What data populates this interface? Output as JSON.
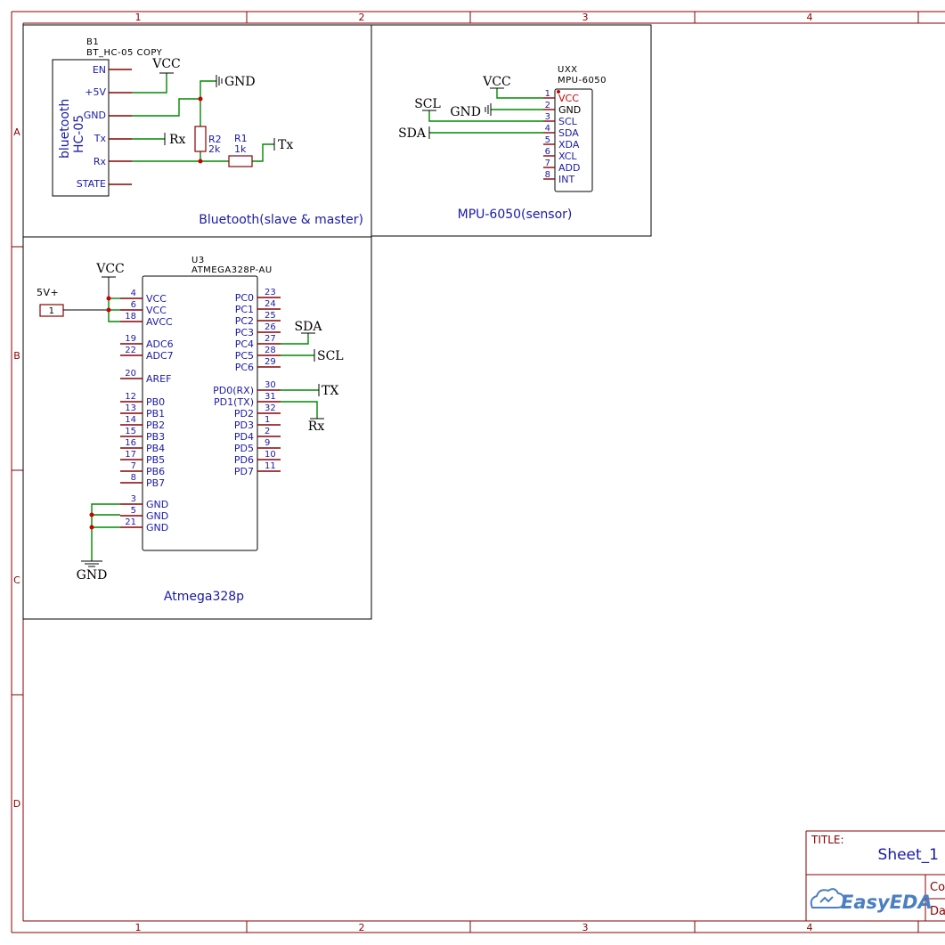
{
  "ruler": {
    "cols": [
      "1",
      "2",
      "3",
      "4"
    ],
    "rows": [
      "A",
      "B",
      "C",
      "D"
    ]
  },
  "bluetooth": {
    "ref": "B1",
    "part": "BT_HC-05 COPY",
    "name": "bluetooth",
    "model": "HC-05",
    "pins": [
      "EN",
      "+5V",
      "GND",
      "Tx",
      "Rx",
      "STATE"
    ],
    "nets": {
      "vcc": "VCC",
      "gnd": "GND",
      "rx": "Rx",
      "tx": "Tx"
    },
    "r2": {
      "ref": "R2",
      "val": "2k"
    },
    "r1": {
      "ref": "R1",
      "val": "1k"
    },
    "caption": "Bluetooth(slave & master)"
  },
  "mpu": {
    "ref": "UXX",
    "part": "MPU-6050",
    "pins": [
      {
        "n": "1",
        "name": "VCC"
      },
      {
        "n": "2",
        "name": "GND"
      },
      {
        "n": "3",
        "name": "SCL"
      },
      {
        "n": "4",
        "name": "SDA"
      },
      {
        "n": "5",
        "name": "XDA"
      },
      {
        "n": "6",
        "name": "XCL"
      },
      {
        "n": "7",
        "name": "ADD"
      },
      {
        "n": "8",
        "name": "INT"
      }
    ],
    "nets": {
      "vcc": "VCC",
      "gnd": "GND",
      "scl": "SCL",
      "sda": "SDA"
    },
    "caption": "MPU-6050(sensor)"
  },
  "mcu": {
    "ref": "U3",
    "part": "ATMEGA328P-AU",
    "header": {
      "label": "5V+",
      "pin": "1"
    },
    "left": [
      {
        "n": "4",
        "name": "VCC"
      },
      {
        "n": "6",
        "name": "VCC"
      },
      {
        "n": "18",
        "name": "AVCC"
      },
      {
        "n": "19",
        "name": "ADC6"
      },
      {
        "n": "22",
        "name": "ADC7"
      },
      {
        "n": "20",
        "name": "AREF"
      },
      {
        "n": "12",
        "name": "PB0"
      },
      {
        "n": "13",
        "name": "PB1"
      },
      {
        "n": "14",
        "name": "PB2"
      },
      {
        "n": "15",
        "name": "PB3"
      },
      {
        "n": "16",
        "name": "PB4"
      },
      {
        "n": "17",
        "name": "PB5"
      },
      {
        "n": "7",
        "name": "PB6"
      },
      {
        "n": "8",
        "name": "PB7"
      },
      {
        "n": "3",
        "name": "GND"
      },
      {
        "n": "5",
        "name": "GND"
      },
      {
        "n": "21",
        "name": "GND"
      }
    ],
    "right": [
      {
        "n": "23",
        "name": "PC0"
      },
      {
        "n": "24",
        "name": "PC1"
      },
      {
        "n": "25",
        "name": "PC2"
      },
      {
        "n": "26",
        "name": "PC3"
      },
      {
        "n": "27",
        "name": "PC4"
      },
      {
        "n": "28",
        "name": "PC5"
      },
      {
        "n": "29",
        "name": "PC6"
      },
      {
        "n": "30",
        "name": "PD0(RX)"
      },
      {
        "n": "31",
        "name": "PD1(TX)"
      },
      {
        "n": "32",
        "name": "PD2"
      },
      {
        "n": "1",
        "name": "PD3"
      },
      {
        "n": "2",
        "name": "PD4"
      },
      {
        "n": "9",
        "name": "PD5"
      },
      {
        "n": "10",
        "name": "PD6"
      },
      {
        "n": "11",
        "name": "PD7"
      }
    ],
    "nets": {
      "vcc": "VCC",
      "gnd": "GND",
      "sda": "SDA",
      "scl": "SCL",
      "tx": "TX",
      "rx": "Rx"
    },
    "caption": "Atmega328p"
  },
  "titleblock": {
    "title_label": "TITLE:",
    "sheet": "Sheet_1",
    "logo": "EasyEDA",
    "row1": "Co",
    "row2": "Da"
  }
}
